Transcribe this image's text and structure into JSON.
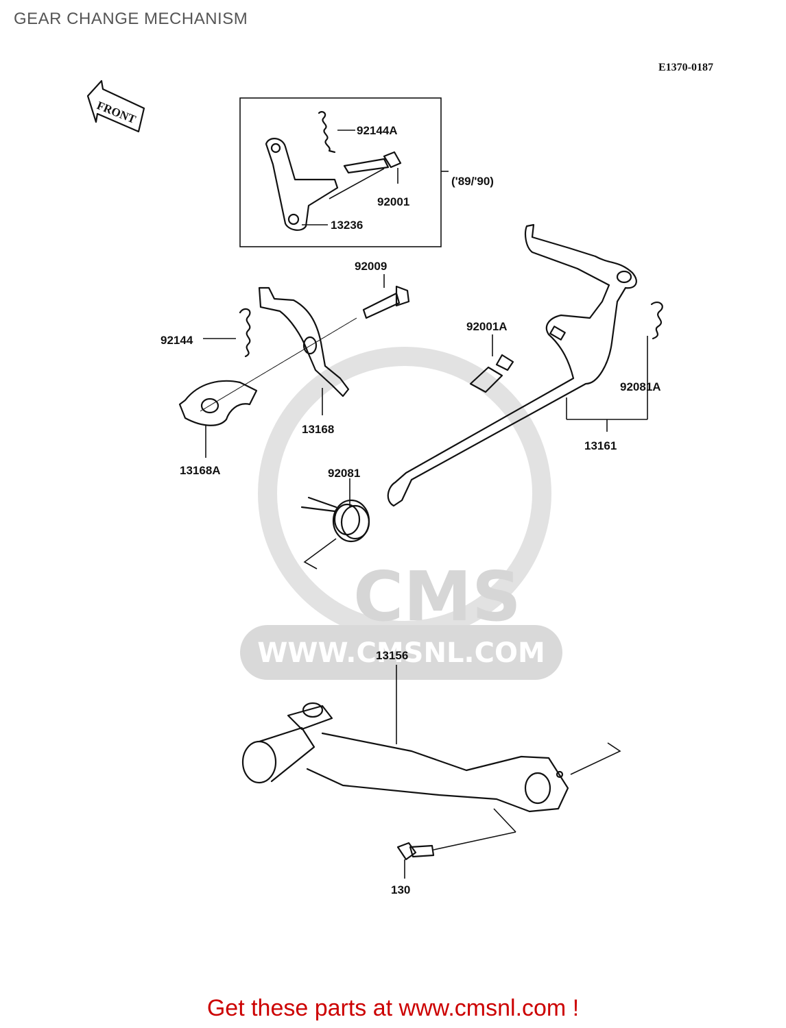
{
  "title": "GEAR CHANGE MECHANISM",
  "diagram_code": "E1370-0187",
  "front_arrow_text": "FRONT",
  "watermark": {
    "brand": "CMS",
    "url": "WWW.CMSNL.COM"
  },
  "inset": {
    "label": "('89/'90)"
  },
  "parts": [
    {
      "id": "92144A"
    },
    {
      "id": "92001"
    },
    {
      "id": "13236"
    },
    {
      "id": "92009"
    },
    {
      "id": "92144"
    },
    {
      "id": "13168"
    },
    {
      "id": "13168A"
    },
    {
      "id": "92001A"
    },
    {
      "id": "92081A"
    },
    {
      "id": "13161"
    },
    {
      "id": "92081"
    },
    {
      "id": "13156"
    },
    {
      "id": "130"
    }
  ],
  "footer": "Get these parts at www.cmsnl.com !"
}
